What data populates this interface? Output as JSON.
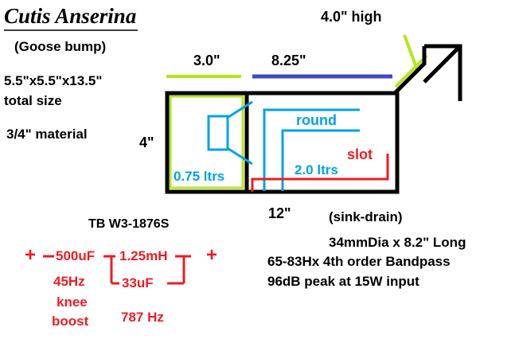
{
  "colors": {
    "black": "#000000",
    "lime": "#b5e61d",
    "navy": "#3f48cc",
    "cyan": "#00a2e8",
    "red": "#ed1c24"
  },
  "header": {
    "title": "Cutis Anserina",
    "subtitle": "(Goose bump)"
  },
  "specs": {
    "total_size_line1": "5.5\"x5.5\"x13.5\"",
    "total_size_line2": "total size",
    "material": "3/4\" material"
  },
  "dimensions": {
    "height": "4.0\" high",
    "section_a": "3.0\"",
    "section_b": "8.25\"",
    "box_height": "4\"",
    "port_length": "12\""
  },
  "chambers": {
    "sealed_volume": "0.75 ltrs",
    "vented_volume": "2.0 ltrs",
    "round_label": "round",
    "slot_label": "slot"
  },
  "port": {
    "type": "(sink-drain)",
    "size": "34mmDia x 8.2\" Long",
    "tuning": "65-83Hx 4th order Bandpass",
    "peak": "96dB peak at 15W input"
  },
  "crossover": {
    "driver": "TB W3-1876S",
    "plus_left": "+",
    "plus_right": "+",
    "cap_series": "500uF",
    "inductor": "1.25mH",
    "cap_shunt": "33uF",
    "freq_knee": "45Hz",
    "knee_word1": "knee",
    "knee_word2": "boost",
    "freq_high": "787 Hz"
  }
}
